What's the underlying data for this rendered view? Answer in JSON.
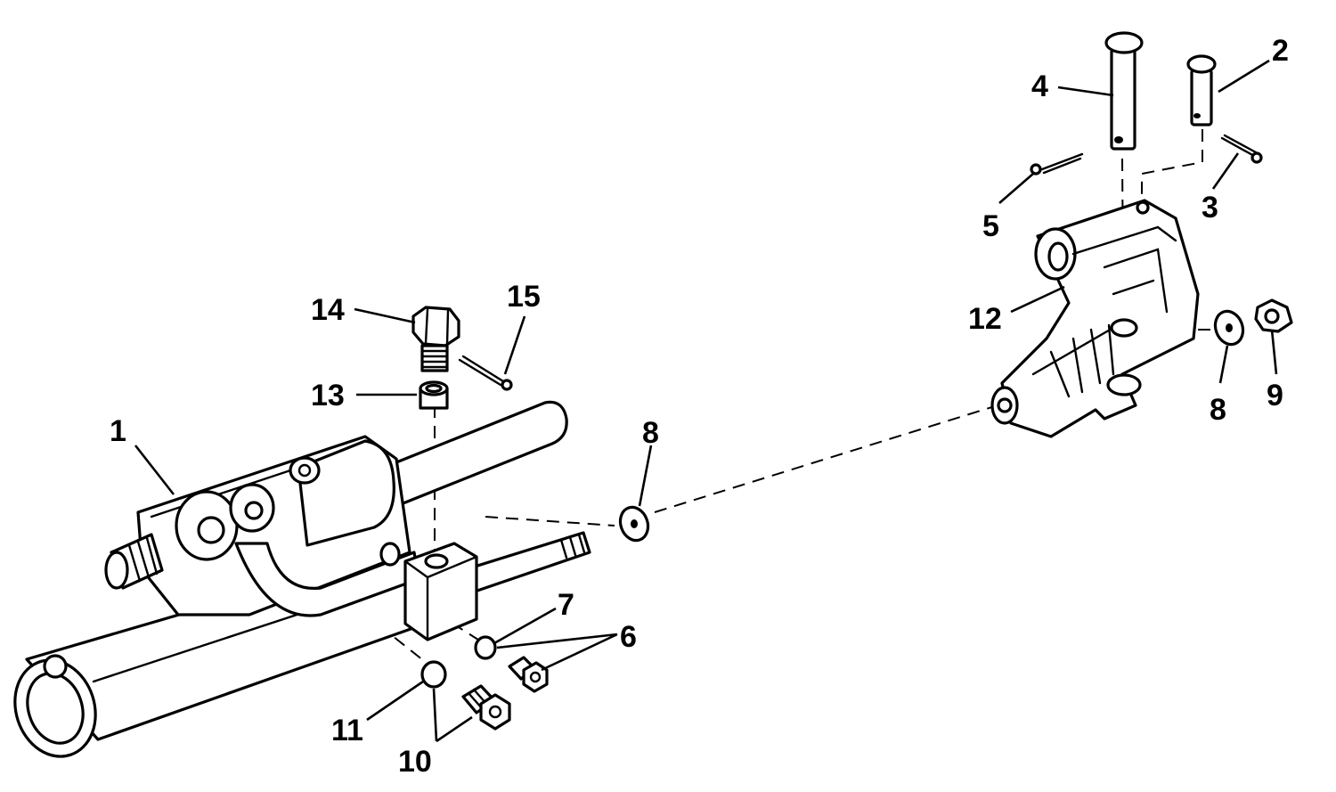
{
  "diagram": {
    "callouts": [
      {
        "id": "c1",
        "text": "1"
      },
      {
        "id": "c2",
        "text": "2"
      },
      {
        "id": "c3",
        "text": "3"
      },
      {
        "id": "c4",
        "text": "4"
      },
      {
        "id": "c5",
        "text": "5"
      },
      {
        "id": "c6",
        "text": "6"
      },
      {
        "id": "c7",
        "text": "7"
      },
      {
        "id": "c8a",
        "text": "8"
      },
      {
        "id": "c8b",
        "text": "8"
      },
      {
        "id": "c9",
        "text": "9"
      },
      {
        "id": "c10",
        "text": "10"
      },
      {
        "id": "c11",
        "text": "11"
      },
      {
        "id": "c12",
        "text": "12"
      },
      {
        "id": "c13",
        "text": "13"
      },
      {
        "id": "c14",
        "text": "14"
      },
      {
        "id": "c15",
        "text": "15"
      }
    ]
  },
  "colors": {
    "line": "#000000",
    "background": "#ffffff"
  }
}
